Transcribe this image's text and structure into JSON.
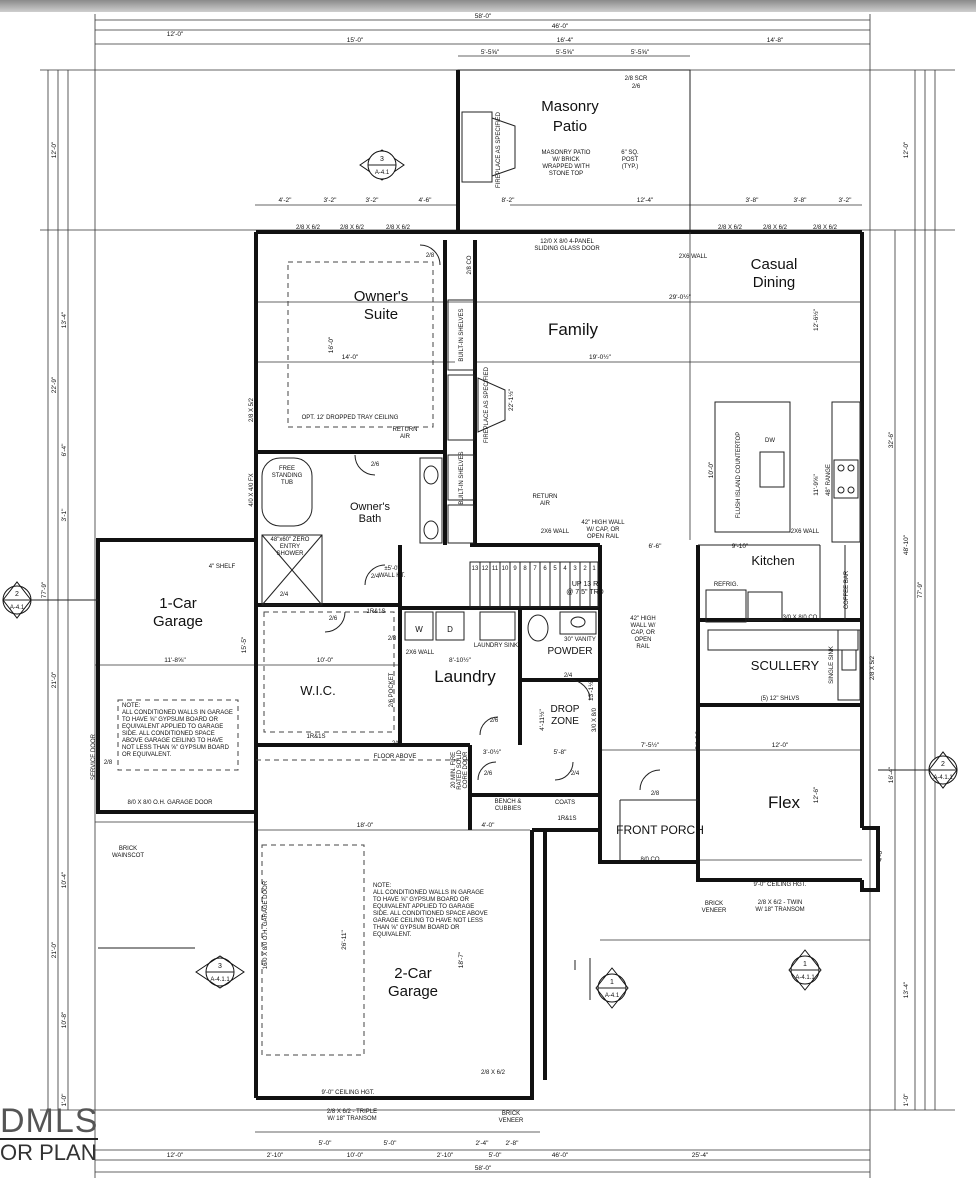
{
  "watermark": {
    "brand": "DMLS",
    "title": "OR PLAN"
  },
  "rooms": {
    "masonry_patio": [
      "Masonry",
      "Patio"
    ],
    "owners_suite": [
      "Owner's",
      "Suite"
    ],
    "family": "Family",
    "casual_dining": [
      "Casual",
      "Dining"
    ],
    "kitchen": "Kitchen",
    "scullery": "SCULLERY",
    "one_car_garage": [
      "1-Car",
      "Garage"
    ],
    "owners_bath": [
      "Owner's",
      "Bath"
    ],
    "wic": "W.I.C.",
    "laundry": "Laundry",
    "powder": "POWDER",
    "drop_zone": [
      "DROP",
      "ZONE"
    ],
    "flex": "Flex",
    "front_porch": "FRONT PORCH",
    "two_car_garage": [
      "2-Car",
      "Garage"
    ]
  },
  "notes": {
    "patio": [
      "MASONRY PATIO",
      "W/ BRICK",
      "WRAPPED WITH",
      "STONE TOP"
    ],
    "post": [
      "6\" SQ.",
      "POST",
      "(TYP.)"
    ],
    "tray": "OPT. 12' DROPPED TRAY CEILING",
    "fireplace_patio": "FIREPLACE AS SPECIFIED",
    "fireplace_family": "FIREPLACE AS SPECIFIED",
    "sliding_door": [
      "12/0 X 8/0 4-PANEL",
      "SLIDING GLASS DOOR"
    ],
    "builtin_1": "BUILT-IN SHELVES",
    "builtin_2": "BUILT-IN SHELVES",
    "return_air_1": [
      "RETURN",
      "AIR"
    ],
    "return_air_2": [
      "RETURN",
      "AIR"
    ],
    "tub": [
      "FREE",
      "STANDING",
      "TUB"
    ],
    "shower": [
      "48\"x60\" ZERO",
      "ENTRY",
      "SHOWER"
    ],
    "shelf": "4\" SHELF",
    "wall_42_1": [
      "42\" HIGH WALL",
      "W/ CAP, OR",
      "OPEN RAIL"
    ],
    "wall_42_2": [
      "42\" HIGH",
      "WALL W/",
      "CAP, OR",
      "OPEN",
      "RAIL"
    ],
    "stairs": [
      "UP 13 R",
      "@ 7.5\" TRD"
    ],
    "island": "FLUSH ISLAND COUNTERTOP",
    "dw": "DW",
    "range": "48\" RANGE",
    "refrig": "REFRIG.",
    "coffee": "COFFEE BAR",
    "sink": "SINGLE SINK",
    "shelves": "(5) 12\" SHLVS",
    "laundry_sink": "LAUNDRY SINK",
    "vanity": "30\" VANITY",
    "wall_2x6_1": "2X6 WALL",
    "wall_2x6_2": "2X6 WALL",
    "wall_2x6_3": "2X6 WALL",
    "wall_2x6_4": "2X6 WALL",
    "floor_above": "FLOOR ABOVE",
    "fire_door": [
      "20 MIN. FIRE",
      "RATED SOLID",
      "CORE DOOR"
    ],
    "bench": [
      "BENCH &",
      "CUBBIES"
    ],
    "coats": "COATS",
    "brick_wainscot": [
      "BRICK",
      "WAINSCOT"
    ],
    "brick_veneer_1": [
      "BRICK",
      "VENEER"
    ],
    "brick_veneer_2": [
      "BRICK",
      "VENEER"
    ],
    "garage1_note": [
      "NOTE:",
      "ALL CONDITIONED WALLS IN GARAGE",
      "TO HAVE ⅝\" GYPSUM BOARD OR",
      "EQUIVALENT APPLIED TO GARAGE",
      "SIDE. ALL CONDITIONED SPACE",
      "ABOVE GARAGE CEILING TO HAVE",
      "NOT LESS THAN ⅝\" GYPSUM BOARD",
      "OR EQUIVALENT."
    ],
    "garage2_note": [
      "NOTE:",
      "ALL CONDITIONED WALLS IN GARAGE",
      "TO HAVE ⅝\" GYPSUM BOARD OR",
      "EQUIVALENT APPLIED TO GARAGE",
      "SIDE. ALL CONDITIONED SPACE ABOVE",
      "GARAGE CEILING TO HAVE NOT LESS",
      "THAN ⅝\" GYPSUM BOARD OR",
      "EQUIVALENT."
    ],
    "garage1_door": "8/0 X 8/0 O.H. GARAGE DOOR",
    "garage2_door": "16/0 X 8/0 O.H. GARAGE DOOR",
    "triple_window": [
      "2/8 X 6/2 - TRIPLE",
      "W/ 18\" TRANSOM"
    ],
    "twin_window": [
      "2/8 X 6/2 - TWIN",
      "W/ 18\" TRANSOM"
    ],
    "ceiling_garage": "9'-0\" CEILING HGT.",
    "ceiling_porch": "9'-0\" CEILING HGT.",
    "service_door": "SERVICE DOOR",
    "wall_cut": [
      "±5'-0\"",
      "WALL HT."
    ]
  },
  "dims_top": [
    "58'-0\"",
    "46'-0\"",
    "12'-0\"",
    "15'-0\"",
    "16'-4\"",
    "14'-8\"",
    "5'-5⅝\"",
    "5'-5⅝\"",
    "5'-5⅝\"",
    "4'-2\"",
    "3'-2\"",
    "3'-2\"",
    "4'-6\"",
    "8'-2\"",
    "12'-4\"",
    "3'-8\"",
    "3'-8\"",
    "3'-2\""
  ],
  "dims_bottom": [
    "12'-0\"",
    "46'-0\"",
    "58'-0\"",
    "2'-10\"",
    "10'-0\"",
    "2'-10\"",
    "5'-0\"",
    "25'-4\"",
    "5'-0\"",
    "5'-0\"",
    "2'-4\"",
    "2'-8\""
  ],
  "dims_left": [
    "12'-0\"",
    "22'-9\"",
    "13'-4\"",
    "6'-4\"",
    "3'-1\"",
    "21'-0\"",
    "10'-4\"",
    "21'-0\"",
    "10'-8\"",
    "1'-0\"",
    "77'-9\""
  ],
  "dims_right": [
    "12'-0\"",
    "32'-6\"",
    "48'-10\"",
    "77'-9\"",
    "16'-4\"",
    "4'-0\"",
    "13'-4\"",
    "1'-0\""
  ],
  "dims_interior": [
    "29'-0½\"",
    "14'-0\"",
    "19'-0½\"",
    "16'-0\"",
    "22'-1½\"",
    "12'-6½\"",
    "10'-0\"",
    "11'-9⅝\"",
    "18'-0\"",
    "26'-11\"",
    "18'-7\"",
    "12'-0\"",
    "12'-6\"",
    "11'-8⅝\"",
    "8'-10½\"",
    "10'-0\"",
    "15'-5\"",
    "4'-0\"",
    "6'-6\"",
    "9'-10\"",
    "7'-5½\"",
    "13'-1½\"",
    "4'-11½\"",
    "5'-8\"",
    "3'-0½\""
  ],
  "door_tags": [
    "2/8",
    "2/6",
    "2/6",
    "2/4",
    "2/4",
    "2/4",
    "2/6",
    "2/6",
    "2/8",
    "2/4",
    "2/6",
    "2/8",
    "2/8",
    "2/8",
    "2/8 CO",
    "3/0 X 8/0 CO",
    "8/0 CO",
    "5/0 CO",
    "3/0 X 8/0",
    "2/8 SCR",
    "1R&1S",
    "1R&1S",
    "1R&1S",
    "2/6 POCKET"
  ],
  "window_tags": [
    "2/8 X 6/2",
    "2/8 X 6/2",
    "2/8 X 6/2",
    "2/8 X 6/2",
    "2/8 X 6/2",
    "2/8 X 6/2",
    "2/8 X 5/2",
    "4/0 X 4/0 FX",
    "2/8 X 6/2",
    "2/8 X 5/2"
  ],
  "section_tags": [
    {
      "num": "3",
      "ref": "A-4.1"
    },
    {
      "num": "2",
      "ref": "A-4.1"
    },
    {
      "num": "2",
      "ref": "A-4.1.1"
    },
    {
      "num": "3",
      "ref": "A-4.1.1"
    },
    {
      "num": "1",
      "ref": "A-4.1"
    },
    {
      "num": "1",
      "ref": "A-4.1.1"
    }
  ],
  "stair_numbers": [
    "13",
    "12",
    "11",
    "10",
    "9",
    "8",
    "7",
    "6",
    "5",
    "4",
    "3",
    "2",
    "1"
  ],
  "appliance_labels": {
    "washer": "W",
    "dryer": "D"
  }
}
